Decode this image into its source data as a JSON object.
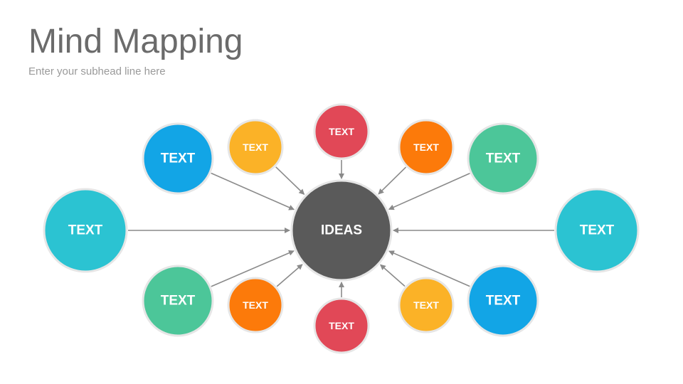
{
  "title": "Mind Mapping",
  "subhead": "Enter your subhead line here",
  "colors": {
    "center": "#5a5a5a",
    "cyan": "#2bc3d2",
    "blue": "#12a5e6",
    "green": "#4cc699",
    "yellow": "#fbb227",
    "orange": "#fc7a0a",
    "red": "#e14857",
    "connector": "#8a8a8a",
    "ring": "#e6e6e6"
  },
  "center": {
    "label": "IDEAS",
    "color": "center"
  },
  "nodes": [
    {
      "label": "TEXT",
      "color": "cyan",
      "size": "large",
      "position": "left"
    },
    {
      "label": "TEXT",
      "color": "blue",
      "size": "medium",
      "position": "upper-left"
    },
    {
      "label": "TEXT",
      "color": "yellow",
      "size": "small",
      "position": "upper-left-inner"
    },
    {
      "label": "TEXT",
      "color": "red",
      "size": "small",
      "position": "top"
    },
    {
      "label": "TEXT",
      "color": "orange",
      "size": "small",
      "position": "upper-right-inner"
    },
    {
      "label": "TEXT",
      "color": "green",
      "size": "medium",
      "position": "upper-right"
    },
    {
      "label": "TEXT",
      "color": "cyan",
      "size": "large",
      "position": "right"
    },
    {
      "label": "TEXT",
      "color": "blue",
      "size": "medium",
      "position": "lower-right"
    },
    {
      "label": "TEXT",
      "color": "yellow",
      "size": "small",
      "position": "lower-right-inner"
    },
    {
      "label": "TEXT",
      "color": "red",
      "size": "small",
      "position": "bottom"
    },
    {
      "label": "TEXT",
      "color": "orange",
      "size": "small",
      "position": "lower-left-inner"
    },
    {
      "label": "TEXT",
      "color": "green",
      "size": "medium",
      "position": "lower-left"
    }
  ]
}
